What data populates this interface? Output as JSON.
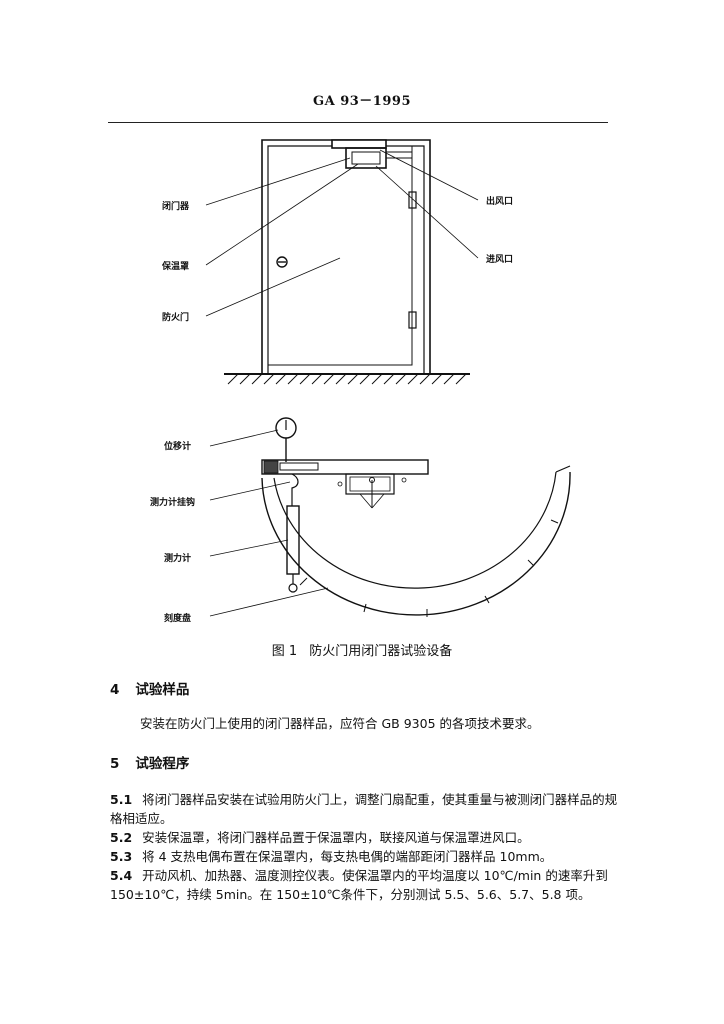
{
  "header": {
    "doc_id": "GA 93－1995"
  },
  "figure": {
    "caption_number": "图 1",
    "caption_text": "防火门用闭门器试验设备",
    "labels": {
      "closer": "闭门器",
      "insulation_hood": "保温罩",
      "fire_door": "防火门",
      "air_outlet": "出风口",
      "air_inlet": "进风口",
      "displacement_meter": "位移计",
      "dynamometer_hook": "测力计挂钩",
      "dynamometer": "测力计",
      "dial": "刻度盘"
    }
  },
  "sections": [
    {
      "number": "4",
      "title": "试验样品",
      "body": "安装在防火门上使用的闭门器样品，应符合 GB 9305 的各项技术要求。"
    },
    {
      "number": "5",
      "title": "试验程序"
    }
  ],
  "clauses": [
    {
      "number": "5.1",
      "text": "将闭门器样品安装在试验用防火门上，调整门扇配重，使其重量与被测闭门器样品的规格相适应。"
    },
    {
      "number": "5.2",
      "text": "安装保温罩，将闭门器样品置于保温罩内，联接风道与保温罩进风口。"
    },
    {
      "number": "5.3",
      "text": "将 4 支热电偶布置在保温罩内，每支热电偶的端部距闭门器样品 10mm。"
    },
    {
      "number": "5.4",
      "text": "开动风机、加热器、温度测控仪表。使保温罩内的平均温度以 10℃/min 的速率升到 150±10℃，持续 5min。在 150±10℃条件下，分别测试 5.5、5.6、5.7、5.8 项。"
    }
  ]
}
